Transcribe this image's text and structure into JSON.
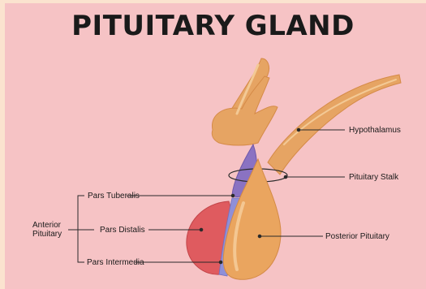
{
  "title": "PITUITARY GLAND",
  "labels": {
    "hypothalamus": "Hypothalamus",
    "pituitary_stalk": "Pituitary Stalk",
    "posterior_pituitary": "Posterior Pituitary",
    "pars_tuberalis": "Pars Tuberalis",
    "pars_distalis": "Pars Distalis",
    "pars_intermedia": "Pars Intermedia",
    "anterior_pituitary_line1": "Anterior",
    "anterior_pituitary_line2": "Pituitary"
  },
  "colors": {
    "background": "#f6c3c5",
    "hypothalamus_tan": "#e8a865",
    "hypothalamus_highlight": "#f2c48d",
    "posterior_lobe": "#eaa55f",
    "pars_distalis_red": "#e05a5e",
    "pars_intermedia_blue": "#8f8fd8",
    "pars_tuberalis_purple": "#8a72c2",
    "label_text": "#1a1a1a"
  }
}
